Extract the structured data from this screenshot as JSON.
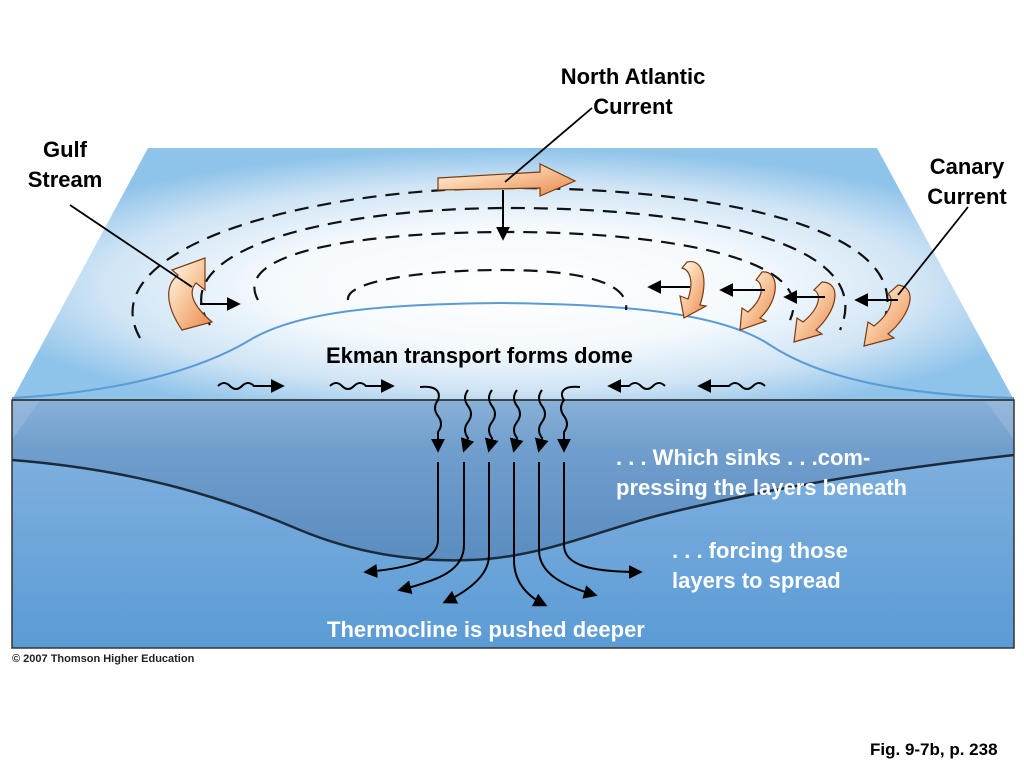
{
  "labels": {
    "north_atlantic_current": "North Atlantic\nCurrent",
    "gulf_stream": "Gulf\nStream",
    "canary_current": "Canary\nCurrent",
    "ekman": "Ekman transport forms dome",
    "sinks": ". . . Which sinks . . .com-\npressing the layers beneath",
    "forcing": ". . . forcing those\nlayers to spread",
    "thermocline": "Thermocline is pushed deeper"
  },
  "footer": {
    "copyright": "© 2007 Thomson Higher Education",
    "figure_ref": "Fig. 9-7b, p. 238"
  },
  "colors": {
    "surface_top": "#8ec3ea",
    "dome_center": "#ffffff",
    "front_face": "#5b9bd5",
    "deep_lens": "#4a76a8",
    "current_arrow": "#f0a060",
    "line": "#000000"
  },
  "icons": [
    "current-arrow-icon",
    "ekman-arrow-icon",
    "sinking-arrow-icon",
    "spreading-arrow-icon"
  ]
}
